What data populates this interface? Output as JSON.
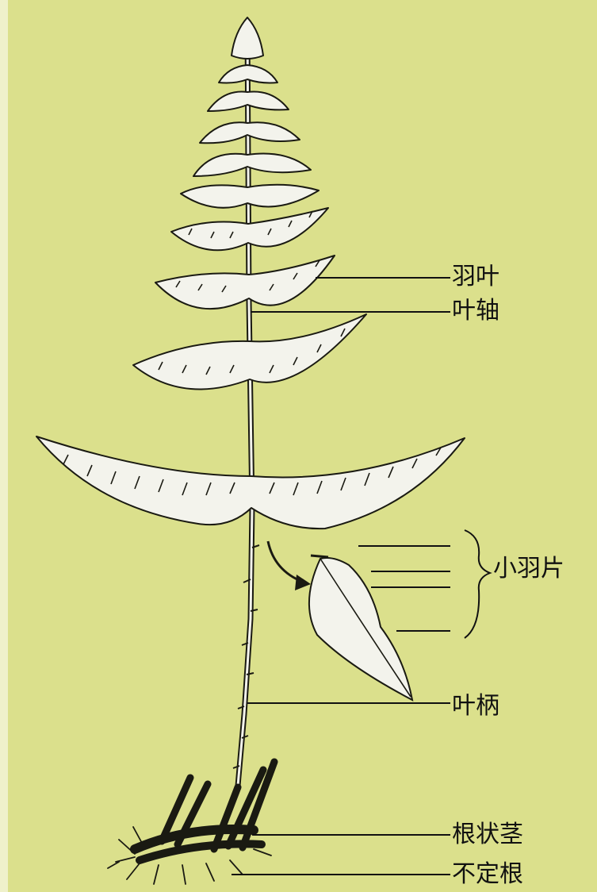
{
  "figure": {
    "background": "#dbe08c",
    "ink": "#111111",
    "leaf_fill": "#f3f3ec"
  },
  "labels": {
    "frond": "羽叶",
    "rachis": "叶轴",
    "pinnule": "小羽片",
    "stipe": "叶柄",
    "rhizome": "根状茎",
    "roots": "不定根"
  }
}
